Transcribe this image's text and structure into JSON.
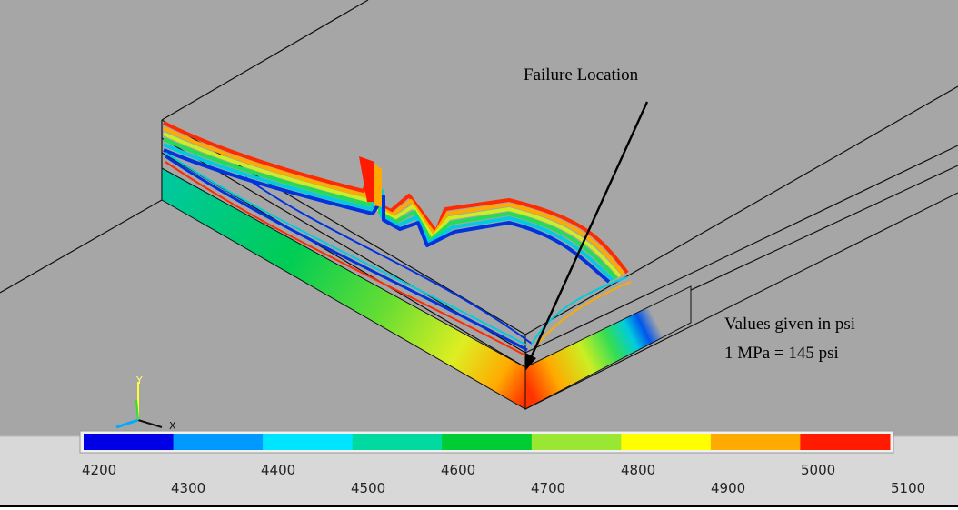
{
  "annotations": {
    "failure_location": "Failure Location",
    "units_note": "Values given in psi",
    "conversion_note": "1 MPa = 145 psi"
  },
  "axis_triad": {
    "y_label": "Y",
    "x_label": "X"
  },
  "colors": {
    "background": "#a6a6a6",
    "legend_bins": [
      "#0000e6",
      "#0099ff",
      "#00e5ff",
      "#00d9a0",
      "#00cc33",
      "#99e633",
      "#ffff00",
      "#ffaa00",
      "#ff1a00"
    ]
  },
  "legend": {
    "ticks_top": [
      "4200",
      "4400",
      "4600",
      "4800",
      "5000"
    ],
    "ticks_bottom": [
      "4300",
      "4500",
      "4700",
      "4900",
      "5100"
    ]
  }
}
